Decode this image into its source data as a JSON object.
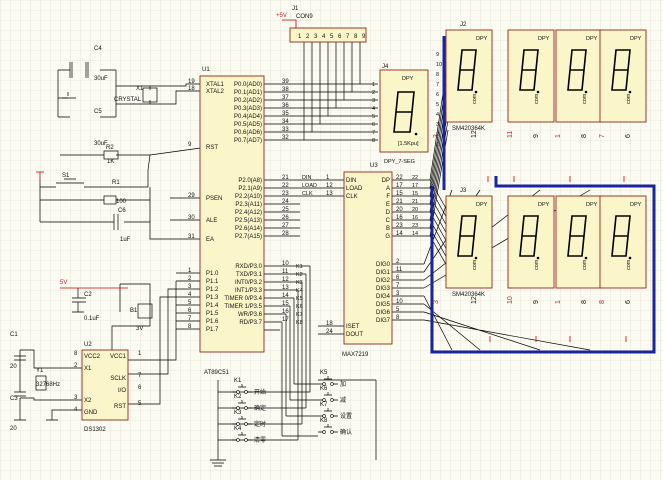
{
  "u1": {
    "ref": "U1",
    "part": "AT89C51",
    "pins_left": [
      {
        "num": "19",
        "name": "XTAL1"
      },
      {
        "num": "18",
        "name": "XTAL2"
      },
      {
        "num": "9",
        "name": "RST"
      },
      {
        "num": "29",
        "name": "PSEN"
      },
      {
        "num": "30",
        "name": "ALE"
      },
      {
        "num": "31",
        "name": "EA"
      },
      {
        "num": "1",
        "name": "P1.0"
      },
      {
        "num": "2",
        "name": "P1.1"
      },
      {
        "num": "3",
        "name": "P1.2"
      },
      {
        "num": "4",
        "name": "P1.3"
      },
      {
        "num": "5",
        "name": "P1.4"
      },
      {
        "num": "6",
        "name": "P1.5"
      },
      {
        "num": "7",
        "name": "P1.6"
      },
      {
        "num": "8",
        "name": "P1.7"
      }
    ],
    "pins_right": [
      {
        "num": "39",
        "name": "P0.0(AD0)"
      },
      {
        "num": "38",
        "name": "P0.1(AD1)"
      },
      {
        "num": "37",
        "name": "P0.2(AD2)"
      },
      {
        "num": "36",
        "name": "P0.3(AD3)"
      },
      {
        "num": "35",
        "name": "P0.4(AD4)"
      },
      {
        "num": "34",
        "name": "P0.5(AD5)"
      },
      {
        "num": "33",
        "name": "P0.6(AD6)"
      },
      {
        "num": "32",
        "name": "P0.7(AD7)"
      },
      {
        "num": "21",
        "name": "P2.0(A8)"
      },
      {
        "num": "22",
        "name": "P2.1(A9)"
      },
      {
        "num": "23",
        "name": "P2.2(A10)"
      },
      {
        "num": "24",
        "name": "P2.3(A11)"
      },
      {
        "num": "25",
        "name": "P2.4(A12)"
      },
      {
        "num": "26",
        "name": "P2.5(A13)"
      },
      {
        "num": "27",
        "name": "P2.6(A14)"
      },
      {
        "num": "28",
        "name": "P2.7(A15)"
      },
      {
        "num": "10",
        "name": "RXD/P3.0"
      },
      {
        "num": "11",
        "name": "TXD/P3.1"
      },
      {
        "num": "12",
        "name": "INT0/P3.2"
      },
      {
        "num": "13",
        "name": "INT1/P3.3"
      },
      {
        "num": "14",
        "name": "TIMER 0/P3.4"
      },
      {
        "num": "15",
        "name": "TIMER 1/P3.5"
      },
      {
        "num": "16",
        "name": "WR/P3.6"
      },
      {
        "num": "17",
        "name": "RD/P3.7"
      }
    ],
    "key_nets": [
      "K1",
      "K2",
      "K3",
      "K4",
      "K5",
      "K6",
      "K7",
      "K8"
    ]
  },
  "u3": {
    "ref": "U3",
    "part": "MAX7219",
    "pins_left": [
      {
        "num": "1",
        "name": "DIN"
      },
      {
        "num": "12",
        "name": "LOAD"
      },
      {
        "num": "13",
        "name": "CLK"
      },
      {
        "num": "18",
        "name": "ISET"
      },
      {
        "num": "24",
        "name": "DOUT"
      }
    ],
    "net_labels": [
      "DIN",
      "LOAD",
      "CLK"
    ],
    "pins_right": [
      {
        "num": "22",
        "name": "DP"
      },
      {
        "num": "17",
        "name": "A"
      },
      {
        "num": "15",
        "name": "F"
      },
      {
        "num": "21",
        "name": "E"
      },
      {
        "num": "20",
        "name": "D"
      },
      {
        "num": "16",
        "name": "C"
      },
      {
        "num": "23",
        "name": "B"
      },
      {
        "num": "14",
        "name": "G"
      },
      {
        "num": "2",
        "name": "DIG0"
      },
      {
        "num": "11",
        "name": "DIG1"
      },
      {
        "num": "6",
        "name": "DIG2"
      },
      {
        "num": "7",
        "name": "DIG3"
      },
      {
        "num": "3",
        "name": "DIG4"
      },
      {
        "num": "10",
        "name": "DIG5"
      },
      {
        "num": "5",
        "name": "DIG6"
      },
      {
        "num": "8",
        "name": "DIG7"
      }
    ],
    "seg_nums": [
      "22",
      "17",
      "15",
      "21",
      "20",
      "16",
      "23",
      "14"
    ],
    "right_nums": [
      "9",
      "10",
      "8",
      "7",
      "6",
      "5",
      "4",
      "3",
      "2",
      "1"
    ]
  },
  "u2": {
    "ref": "U2",
    "part": "DS1302",
    "pins": [
      {
        "num": "8",
        "name": "VCC2"
      },
      {
        "num": "1",
        "name": "VCC1"
      },
      {
        "num": "2",
        "name": "X1"
      },
      {
        "num": "7",
        "name": "SCLK"
      },
      {
        "num": "3",
        "name": "X2"
      },
      {
        "num": "6",
        "name": "I/O"
      },
      {
        "num": "4",
        "name": "GND"
      },
      {
        "num": "5",
        "name": "RST"
      }
    ]
  },
  "j1": {
    "ref": "J1",
    "part": "CON9",
    "vcc": "+5V",
    "pins": [
      "1",
      "2",
      "3",
      "4",
      "5",
      "6",
      "7",
      "8",
      "9"
    ]
  },
  "j4": {
    "ref": "J4",
    "label_top": "DPY",
    "label_bot": "DPY_7-SEG",
    "label_val": "[1.5Kpu]",
    "pins": [
      "1",
      "2",
      "3",
      "4",
      "5",
      "6",
      "7",
      "8"
    ]
  },
  "j2": {
    "ref": "J2",
    "part": "SM420364K",
    "dpy": [
      "DPY",
      "DPY",
      "DPY",
      "DPY"
    ],
    "com": "com",
    "left_pins": [
      "1",
      "2",
      "3",
      "4",
      "5",
      "6",
      "7",
      "8"
    ],
    "bottom_nums": [
      "12",
      "9",
      "8",
      "6"
    ],
    "red_nums": [
      "3",
      "11",
      "1",
      "7"
    ]
  },
  "j3": {
    "ref": "J3",
    "part": "SM420364K",
    "dpy": [
      "DPY",
      "DPY",
      "DPY",
      "DPY"
    ],
    "com": "com",
    "left_pins": [
      "1",
      "2",
      "3",
      "4",
      "5",
      "6",
      "7",
      "8"
    ],
    "bottom_nums": [
      "12",
      "9",
      "8",
      "6"
    ],
    "red_nums": [
      "3",
      "10",
      "1",
      "8"
    ]
  },
  "osc": {
    "c4": {
      "ref": "C4",
      "val": "30uF"
    },
    "c5": {
      "ref": "C5",
      "val": "30uF"
    },
    "x1": {
      "ref": "X1",
      "val": "CRYSTAL"
    },
    "r2": {
      "ref": "R2",
      "val": "1K"
    },
    "r1": {
      "ref": "R1",
      "val": "100"
    },
    "c6": {
      "ref": "C6",
      "val": "1uF"
    },
    "s1": {
      "ref": "S1"
    }
  },
  "power": {
    "v5": "5V",
    "c2": {
      "ref": "C2",
      "val": "0.1uF"
    },
    "b1": {
      "ref": "B1",
      "val": "3V"
    }
  },
  "rtc": {
    "c1": {
      "ref": "C1",
      "val": "20"
    },
    "c3": {
      "ref": "C3",
      "val": "20"
    },
    "y1": {
      "ref": "Y1",
      "val": "32768Hz"
    }
  },
  "keys": {
    "left": [
      {
        "ref": "K1",
        "text": "开始"
      },
      {
        "ref": "K2",
        "text": "确定"
      },
      {
        "ref": "K3",
        "text": "定时"
      },
      {
        "ref": "K4",
        "text": "清零"
      }
    ],
    "right": [
      {
        "ref": "K5",
        "text": "加"
      },
      {
        "ref": "K6",
        "text": "减"
      },
      {
        "ref": "K7",
        "text": "设置"
      },
      {
        "ref": "K8",
        "text": "确认"
      }
    ]
  },
  "colors": {
    "bg": "#fbfbf2",
    "grid": "#d7d7c8",
    "chip": "#fbf6c9",
    "chip_border": "#8a2a1a",
    "wire": "#000000",
    "bus": "#1a23a0",
    "power": "#c00000"
  }
}
